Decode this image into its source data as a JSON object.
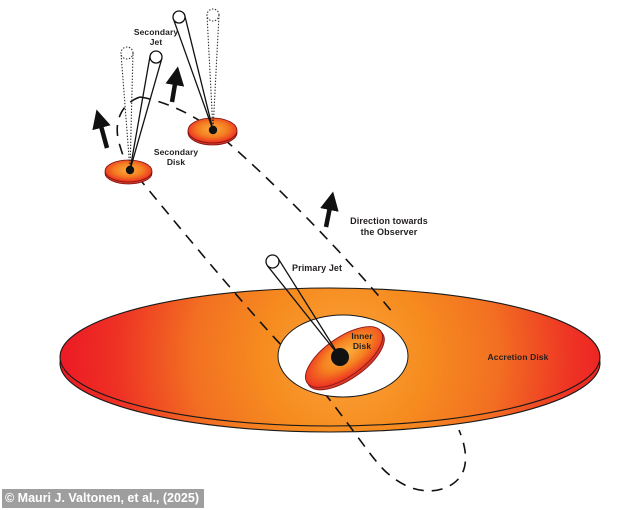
{
  "figure": {
    "title_none": "",
    "labels": {
      "secondary_jet": {
        "line1": "Secondary",
        "line2": "Jet"
      },
      "secondary_disk": {
        "line1": "Secondary",
        "line2": "Disk"
      },
      "direction_observer": {
        "line1": "Direction towards",
        "line2": "the Observer"
      },
      "primary_jet": "Primary Jet",
      "inner_disk": {
        "line1": "Inner",
        "line2": "Disk"
      },
      "accretion_disk": "Accretion Disk",
      "credit": "© Mauri J. Valtonen, et al., (2025)"
    },
    "colors": {
      "background": "#FFFFFF",
      "disk_edge_red": "#EC1C24",
      "disk_mid_orange": "#F26F22",
      "disk_center_orange": "#FAA43A",
      "inner_glow_yellow": "#FBB040",
      "rim_dark_red": "#D93A26",
      "outline": "#1A1A1A",
      "dotted_jet_gray": "#333333",
      "credit_bar_gray": "#9E9E9E",
      "credit_text": "#FFFFFF"
    },
    "icons": [
      "up-arrow-icon (left, near secondary disk)",
      "up-arrow-icon (middle, near secondary jet)",
      "up-arrow-icon (direction towards observer)"
    ]
  }
}
